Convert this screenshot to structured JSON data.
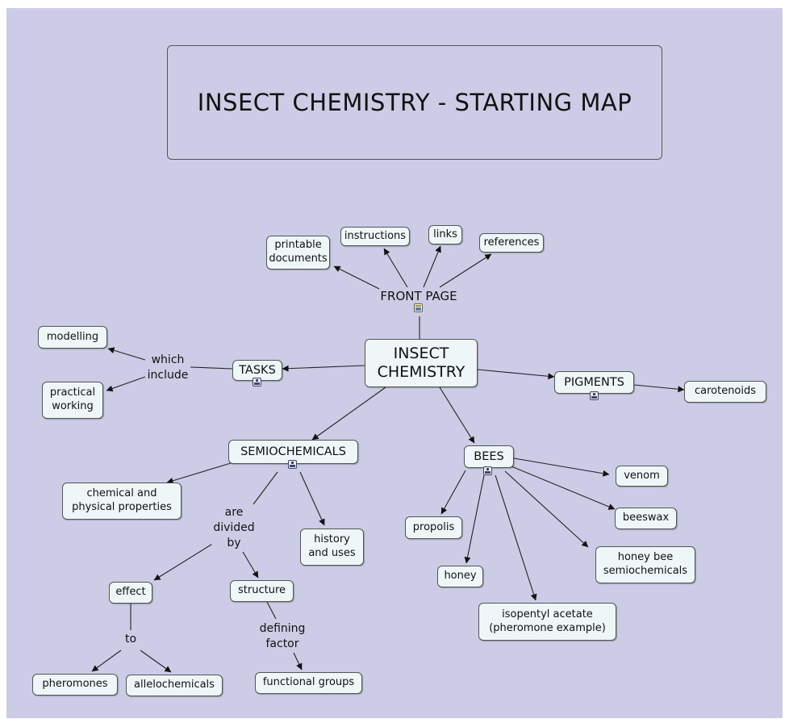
{
  "title": "INSECT CHEMISTRY - STARTING MAP",
  "colors": {
    "background": "#cccce6",
    "node_fill": "#eef6f7",
    "border": "#555555"
  },
  "nodes": {
    "insect_chemistry": "INSECT\nCHEMISTRY",
    "front_page": "FRONT PAGE",
    "printable_documents": "printable\ndocuments",
    "instructions": "instructions",
    "links": "links",
    "references": "references",
    "tasks": "TASKS",
    "modelling": "modelling",
    "practical_working": "practical\nworking",
    "pigments": "PIGMENTS",
    "carotenoids": "carotenoids",
    "semiochemicals": "SEMIOCHEMICALS",
    "chemical_physical": "chemical and\nphysical properties",
    "history_uses": "history\nand uses",
    "effect": "effect",
    "structure": "structure",
    "pheromones": "pheromones",
    "allelochemicals": "allelochemicals",
    "functional_groups": "functional groups",
    "bees": "BEES",
    "venom": "venom",
    "beeswax": "beeswax",
    "honey_bee_semiochemicals": "honey bee\nsemiochemicals",
    "propolis": "propolis",
    "honey": "honey",
    "isopentyl_acetate": "isopentyl acetate\n(pheromone example)"
  },
  "link_labels": {
    "which_include": "which\ninclude",
    "are_divided_by": "are\ndivided\nby",
    "to": "to",
    "defining_factor": "defining\nfactor"
  },
  "icons": {
    "front_page": "document-icon",
    "tasks": "submap-icon",
    "pigments": "submap-icon",
    "semiochemicals": "submap-icon",
    "bees": "submap-icon"
  }
}
